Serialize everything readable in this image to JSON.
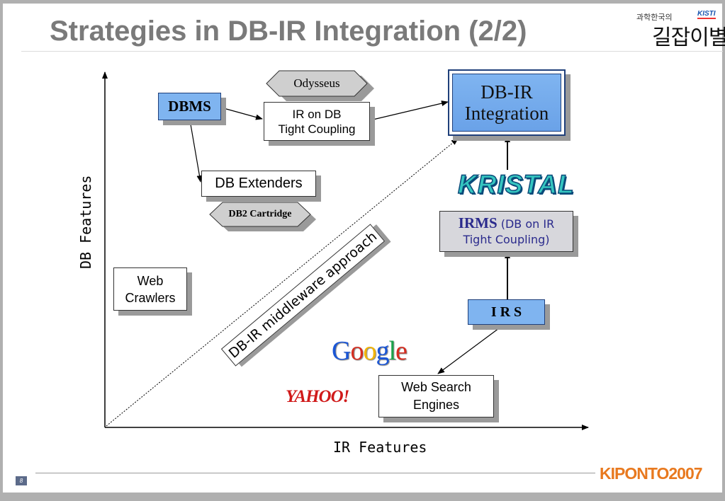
{
  "slide": {
    "title": "Strategies in DB-IR Integration (2/2)",
    "page_number": "8",
    "header_logo_small": "과학한국의",
    "header_logo_brand": "KISTI",
    "header_logo_big": "길잡이별",
    "footer_logo": "KIPONTO2007"
  },
  "colors": {
    "title": "#7a7a7a",
    "blue_box": "#7fb4f0",
    "irms_box": "#d7d7dc",
    "irms_text": "#2a2a8c",
    "shadow": "#9a9a9a",
    "kristal_fill": "#35c6c0",
    "footer_logo": "#e8791f"
  },
  "diagram": {
    "x_axis_label": "IR Features",
    "y_axis_label": "DB Features",
    "nodes": {
      "dbms": "DBMS",
      "odysseus": "Odysseus",
      "ir_on_db_line1": "IR on DB",
      "ir_on_db_line2": "Tight Coupling",
      "db_ir_line1": "DB-IR",
      "db_ir_line2": "Integration",
      "db_extenders": "DB Extenders",
      "db2_cartridge": "DB2 Cartridge",
      "kristal": "KRISTAL",
      "irms_bold": "IRMS",
      "irms_rest": "(DB on IR",
      "irms_line2": "Tight Coupling)",
      "irs": "I R S",
      "web_crawlers_line1": "Web",
      "web_crawlers_line2": "Crawlers",
      "middleware": "DB-IR middleware approach",
      "google": "Google",
      "yahoo": "YAHOO!",
      "web_search_line1": "Web Search",
      "web_search_line2": "Engines"
    }
  }
}
